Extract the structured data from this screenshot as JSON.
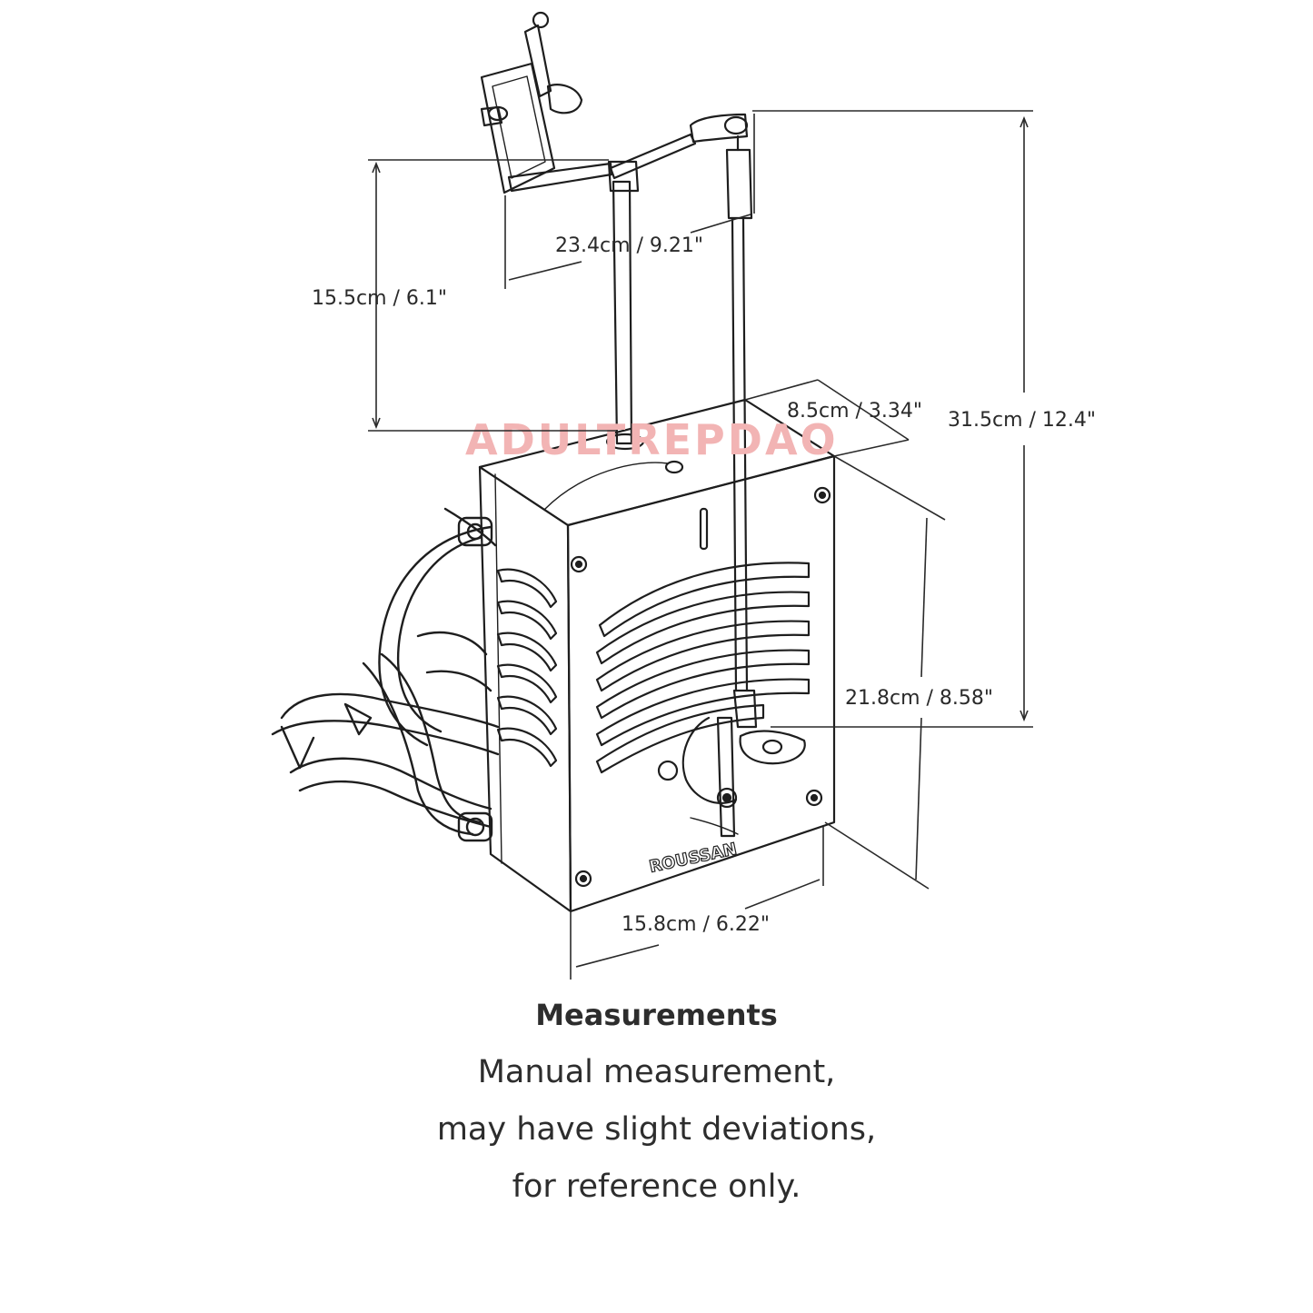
{
  "dimensions": {
    "arm_height": "15.5cm / 6.1\"",
    "arm_width": "23.4cm / 9.21\"",
    "box_depth": "8.5cm / 3.34\"",
    "total_height": "31.5cm / 12.4\"",
    "box_height": "21.8cm / 8.58\"",
    "box_width": "15.8cm / 6.22\""
  },
  "watermark": "ADULTREPDAO",
  "brand_label": "ROUSSAN",
  "caption": {
    "title": "Measurements",
    "line1": "Manual measurement,",
    "line2": "may have slight deviations,",
    "line3": "for reference only."
  }
}
